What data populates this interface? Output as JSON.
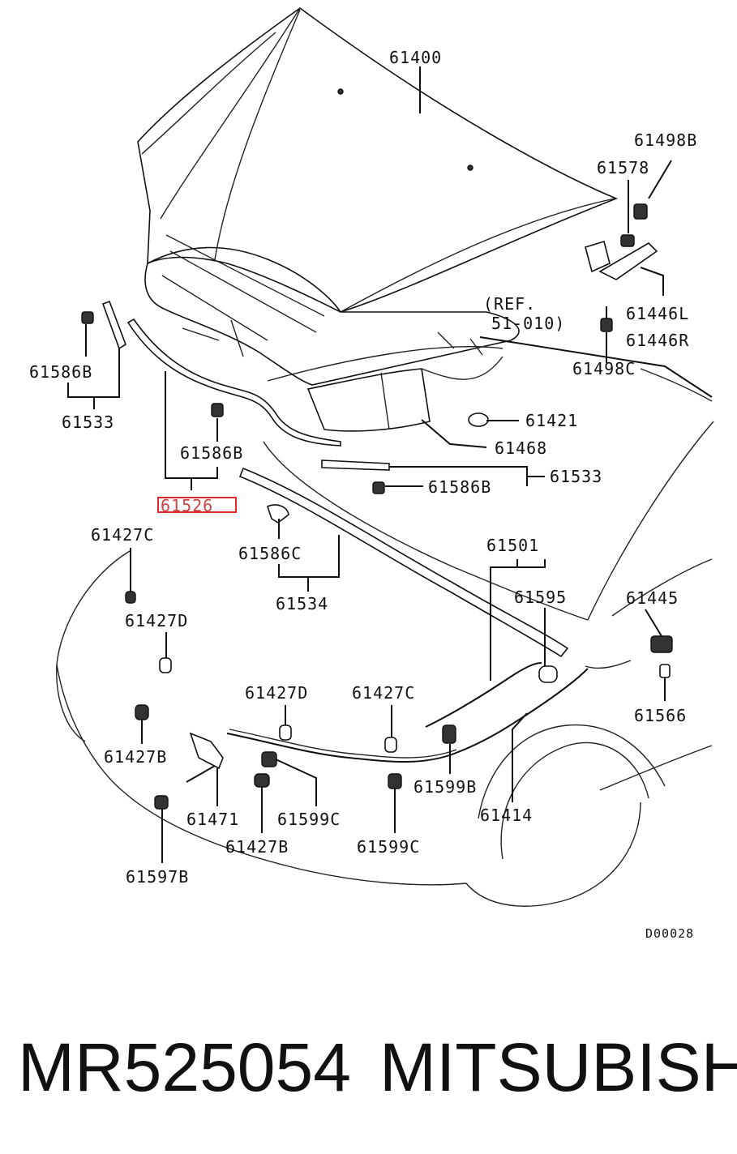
{
  "diagram": {
    "ref_code": "D00028",
    "ref_note": [
      "(REF.",
      "51-010)"
    ],
    "highlighted_part": "61526",
    "parts": {
      "p61400": "61400",
      "p61498B": "61498B",
      "p61578": "61578",
      "p61446L": "61446L",
      "p61446R": "61446R",
      "p61498C": "61498C",
      "p61586B_left": "61586B",
      "p61533_left": "61533",
      "p61586B_mid": "61586B",
      "p61526": "61526",
      "p61421": "61421",
      "p61468": "61468",
      "p61533_right": "61533",
      "p61586B_right": "61586B",
      "p61427C_top": "61427C",
      "p61586C": "61586C",
      "p61534": "61534",
      "p61427D_left": "61427D",
      "p61501": "61501",
      "p61595": "61595",
      "p61445": "61445",
      "p61427D_mid": "61427D",
      "p61427C_mid": "61427C",
      "p61566": "61566",
      "p61427B_left": "61427B",
      "p61599B": "61599B",
      "p61414": "61414",
      "p61471": "61471",
      "p61599C_left": "61599C",
      "p61427B_mid": "61427B",
      "p61599C_right": "61599C",
      "p61597B": "61597B"
    }
  },
  "footer": {
    "part_number": "MR525054",
    "brand": "MITSUBISHI"
  }
}
